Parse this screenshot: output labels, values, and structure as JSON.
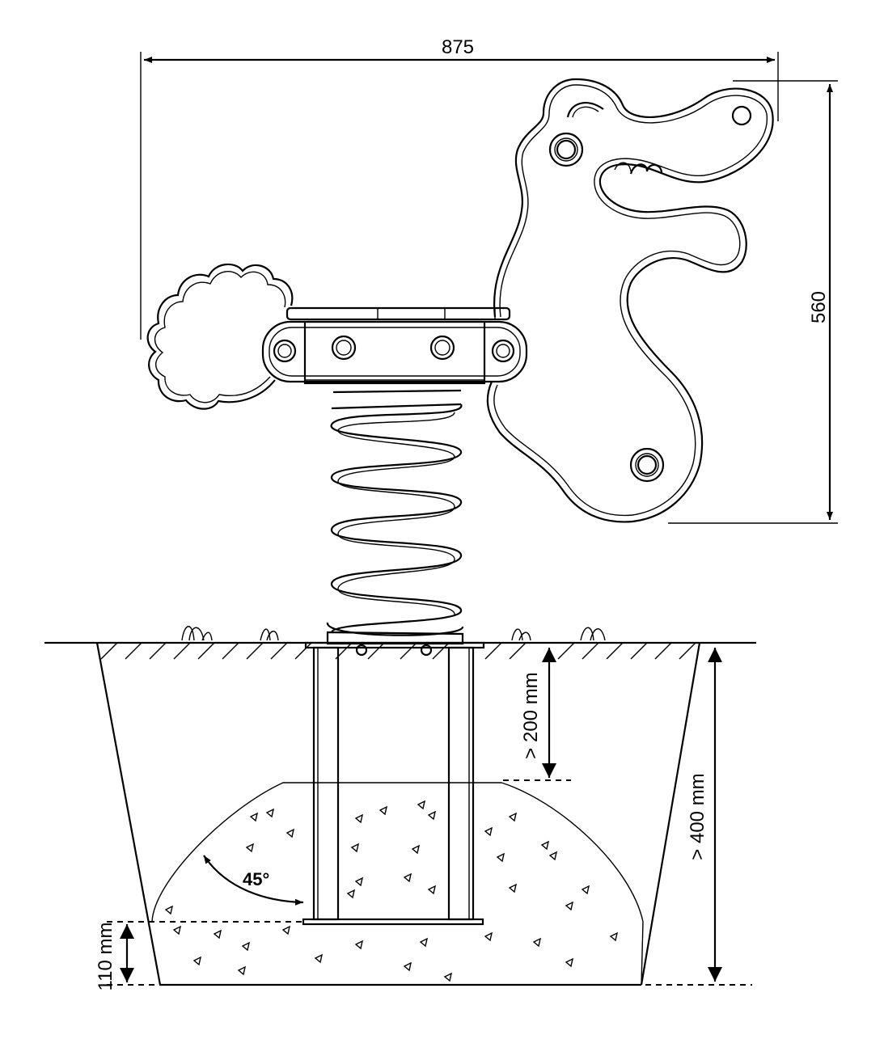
{
  "dimensions": {
    "width": "875",
    "height": "560",
    "depth_top": "> 200 mm",
    "depth_total": "> 400 mm",
    "base_thickness": "110 mm",
    "angle": "45°"
  },
  "colors": {
    "line": "#000000",
    "background": "#ffffff"
  }
}
